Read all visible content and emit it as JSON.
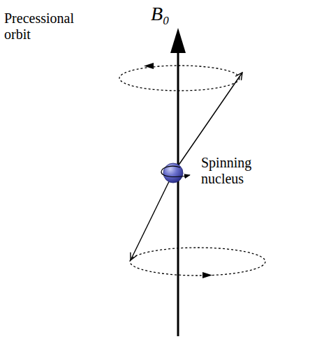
{
  "diagram": {
    "labels": [
      "B₀",
      "Precessional orbit",
      "Spinning nucleus"
    ]
  }
}
